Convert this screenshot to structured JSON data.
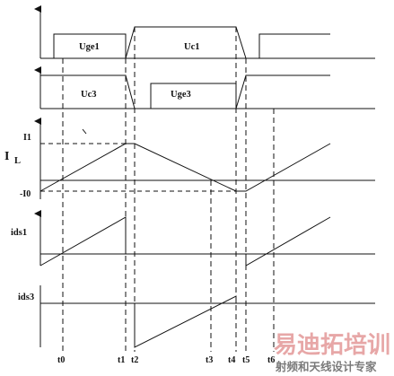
{
  "signal_labels": {
    "uge1": "Uge1",
    "uc1": "Uc1",
    "uc3": "Uc3",
    "uge3": "Uge3",
    "il_main": "I",
    "il_sub": "L",
    "i1": "I1",
    "i0": "-I0",
    "ids1": "ids1",
    "ids3": "ids3"
  },
  "time_labels": [
    "t0",
    "t1",
    "t2",
    "t3",
    "t4",
    "t5",
    "t6"
  ],
  "watermark": {
    "main": "易迪拓培训",
    "sub": "射频和天线设计专家"
  }
}
